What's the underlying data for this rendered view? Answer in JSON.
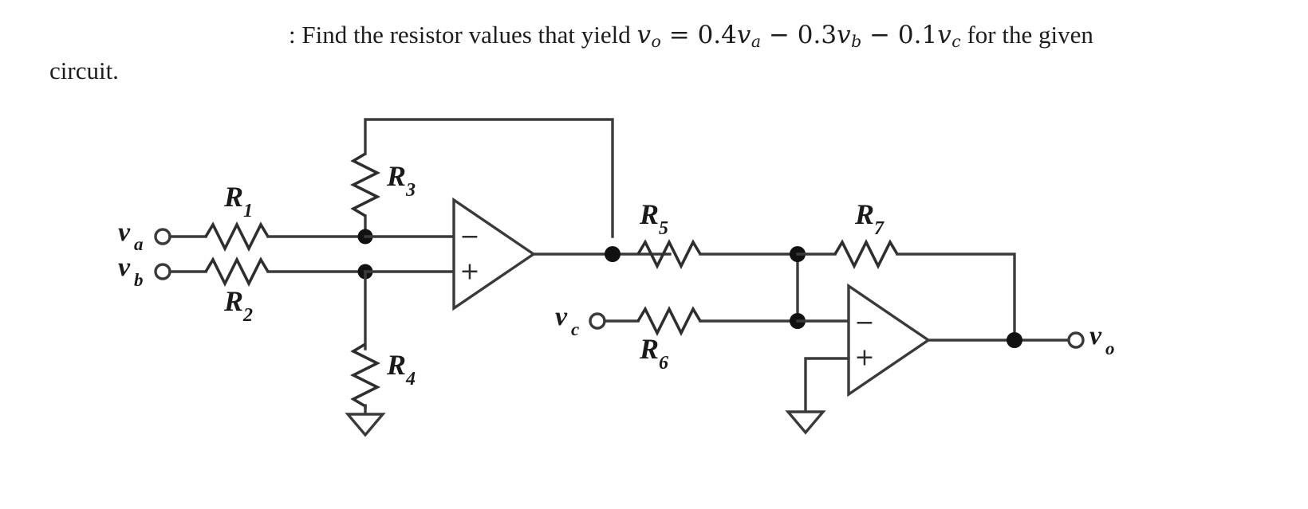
{
  "problem": {
    "lead": ":",
    "line1_part1": "Find the resistor values that yield",
    "equation": {
      "lhs_v": "v",
      "lhs_sub": "o",
      "eq": "=",
      "t1_coef": "0.4",
      "t1_v": "v",
      "t1_sub": "a",
      "op1": "−",
      "t2_coef": "0.3",
      "t2_v": "v",
      "t2_sub": "b",
      "op2": "−",
      "t3_coef": "0.1",
      "t3_v": "v",
      "t3_sub": "c",
      "plain": "v_o = 0.4v_a − 0.3v_b − 0.1v_c"
    },
    "line1_part2": "for the given",
    "line2": "circuit."
  },
  "circuit": {
    "type": "two-stage-op-amp-summing-amplifier",
    "inputs": [
      {
        "name": "v",
        "sub": "a",
        "label": "v_a"
      },
      {
        "name": "v",
        "sub": "b",
        "label": "v_b"
      },
      {
        "name": "v",
        "sub": "c",
        "label": "v_c"
      }
    ],
    "output": {
      "name": "v",
      "sub": "o",
      "label": "v_o"
    },
    "resistors": [
      {
        "id": "R1",
        "name": "R",
        "sub": "1",
        "orientation": "horizontal",
        "branch": "v_a to inverting node of op-amp 1"
      },
      {
        "id": "R2",
        "name": "R",
        "sub": "2",
        "orientation": "horizontal",
        "branch": "v_b to non-inverting node of op-amp 1"
      },
      {
        "id": "R3",
        "name": "R",
        "sub": "3",
        "orientation": "vertical",
        "branch": "feedback from op-amp 1 output to inverting node"
      },
      {
        "id": "R4",
        "name": "R",
        "sub": "4",
        "orientation": "vertical",
        "branch": "non-inverting node of op-amp 1 to ground"
      },
      {
        "id": "R5",
        "name": "R",
        "sub": "5",
        "orientation": "horizontal",
        "branch": "op-amp 1 output to inverting node of op-amp 2"
      },
      {
        "id": "R6",
        "name": "R",
        "sub": "6",
        "orientation": "horizontal",
        "branch": "v_c to inverting node of op-amp 2"
      },
      {
        "id": "R7",
        "name": "R",
        "sub": "7",
        "orientation": "horizontal",
        "branch": "feedback from op-amp 2 output to inverting node"
      }
    ],
    "opamps": [
      {
        "id": "U1",
        "minus_label": "−",
        "plus_label": "+",
        "minus_position": "top",
        "plus_position": "bottom"
      },
      {
        "id": "U2",
        "minus_label": "−",
        "plus_label": "+",
        "minus_position": "top",
        "plus_position": "bottom",
        "plus_tied_to": "ground"
      }
    ],
    "grounds": [
      {
        "id": "GND1",
        "attached_to": "R4 bottom"
      },
      {
        "id": "GND2",
        "attached_to": "op-amp 2 non-inverting input"
      }
    ],
    "colors": {
      "wire": "#3a3a3a",
      "node": "#111111",
      "background": "#ffffff",
      "text": "#1a1a1a"
    }
  }
}
